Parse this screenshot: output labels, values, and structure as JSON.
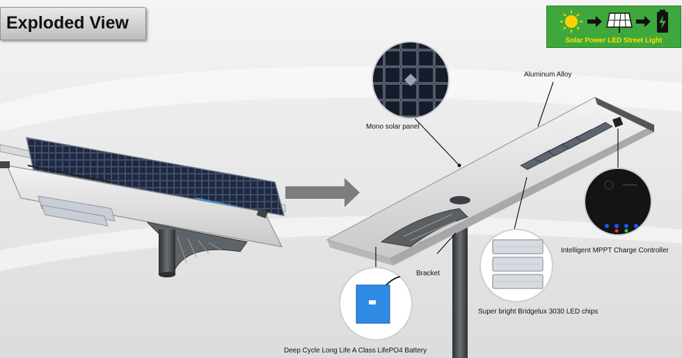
{
  "title": "Exploded View",
  "badge": {
    "caption": "Solar Power LED Street Light",
    "icons": [
      "sun-icon",
      "arrow-right-icon",
      "solar-panel-icon",
      "arrow-right-icon",
      "battery-icon"
    ],
    "colors": {
      "background": "#3fa83c",
      "caption": "#ffe100"
    }
  },
  "labels": {
    "aluminum": "Aluminum Alloy",
    "solar_panel": "Mono solar panel",
    "controller": "Intelligent MPPT Charge Controller",
    "bracket": "Bracket",
    "led": "Super bright Bridgelux 3030 LED chips",
    "battery": "Deep Cycle Long Life A Class LifePO4 Battery"
  }
}
